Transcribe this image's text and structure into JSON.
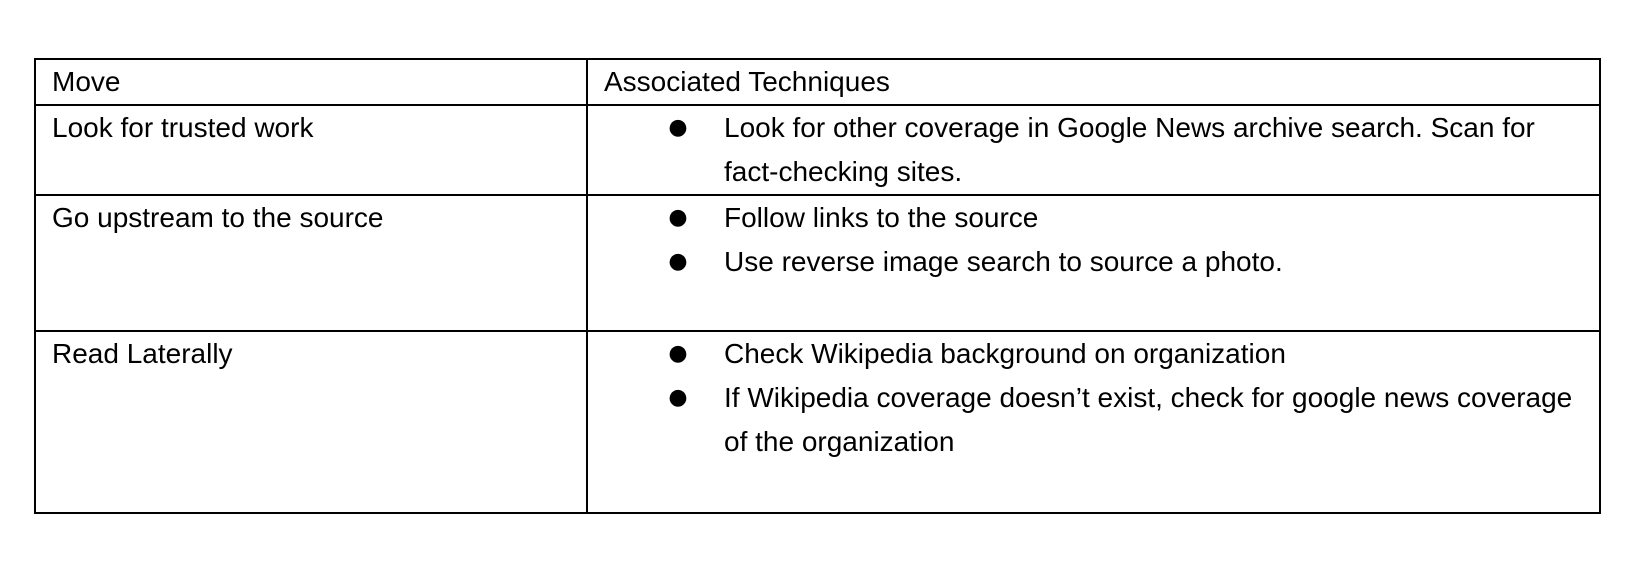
{
  "table": {
    "headers": {
      "move": "Move",
      "techniques": "Associated Techniques"
    },
    "rows": [
      {
        "move": "Look for trusted work",
        "techniques": [
          "Look for other coverage in Google News archive search. Scan for fact-checking sites."
        ]
      },
      {
        "move": "Go upstream to the source",
        "techniques": [
          "Follow links to the source",
          "Use reverse image search to source a photo."
        ]
      },
      {
        "move": "Read Laterally",
        "techniques": [
          "Check Wikipedia background on organization",
          "If Wikipedia coverage doesn’t exist, check for google news coverage of the organization"
        ]
      }
    ],
    "bullet_symbol": "●"
  }
}
